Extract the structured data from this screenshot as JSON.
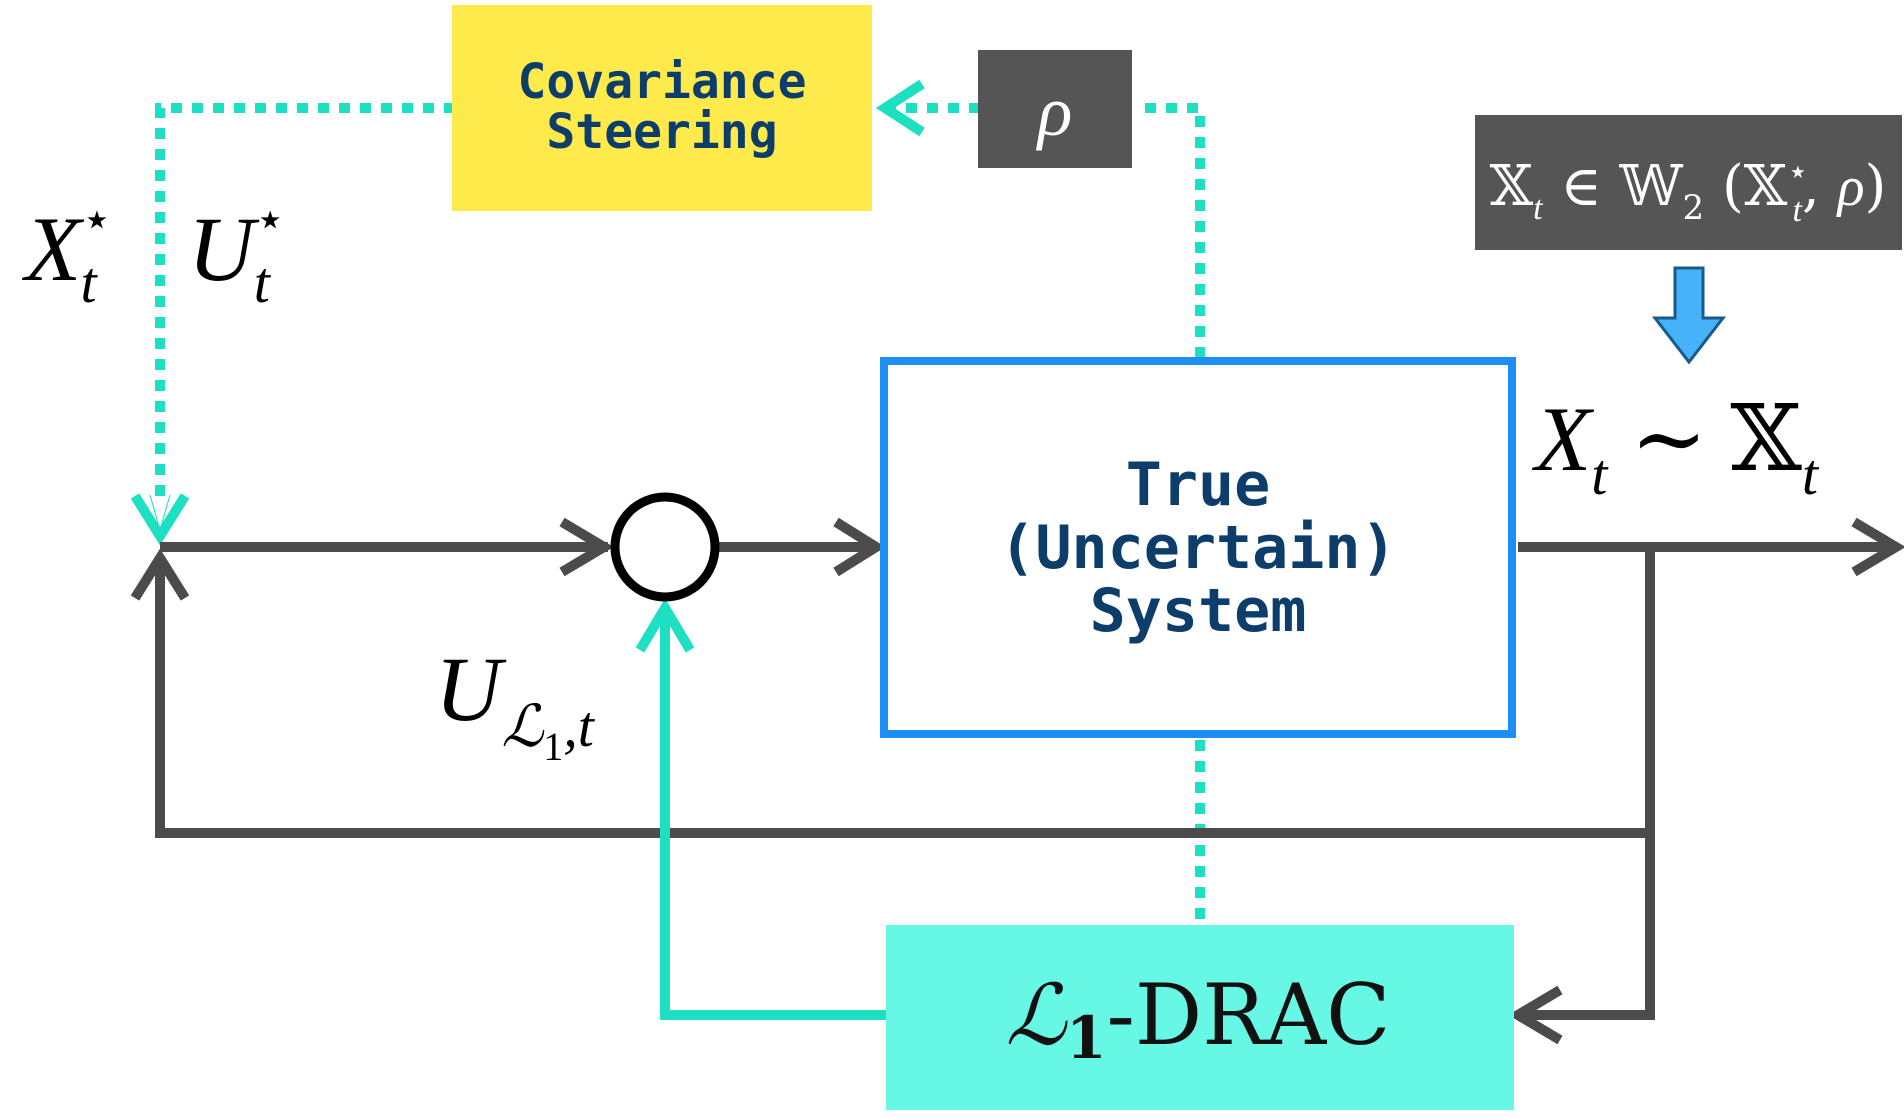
{
  "blocks": {
    "covariance_steering": {
      "line1": "Covariance",
      "line2": "Steering"
    },
    "rho": {
      "label": "ρ"
    },
    "true_system": {
      "line1": "True",
      "line2": "(Uncertain)",
      "line3": "System"
    },
    "l1_drac": {
      "script": "ℒ",
      "subscript": "1",
      "suffix": "-DRAC"
    },
    "ambiguity_set": {
      "x": "𝕏",
      "x_sub": "t",
      "in": " ∈ ",
      "w": "𝕎",
      "w_sub": "2",
      "open": " (",
      "x2": "𝕏",
      "x2_sup": "⋆",
      "x2_sub": "t",
      "comma": ", ",
      "rho": "ρ",
      "close": ")"
    }
  },
  "labels": {
    "x_star": {
      "base": "X",
      "sup": "⋆",
      "sub": "t"
    },
    "u_star": {
      "base": "U",
      "sup": "⋆",
      "sub": "t"
    },
    "u_l1": {
      "base": "U",
      "script": "ℒ",
      "script_sub": "1",
      "sub": ",t"
    },
    "output": {
      "x": "X",
      "x_sub": "t",
      "tilde": " ∼ ",
      "xx": "𝕏",
      "xx_sub": "t"
    }
  },
  "colors": {
    "cyan": "#1de0c3",
    "gray": "#4b4b4b",
    "yellow": "#feea4b",
    "teal_fill": "#66f8e4",
    "blue_border": "#1c8ef4",
    "dark_box": "#555555",
    "blue_arrow": "#45b2f9",
    "navy_text": "#0d3e6b"
  }
}
